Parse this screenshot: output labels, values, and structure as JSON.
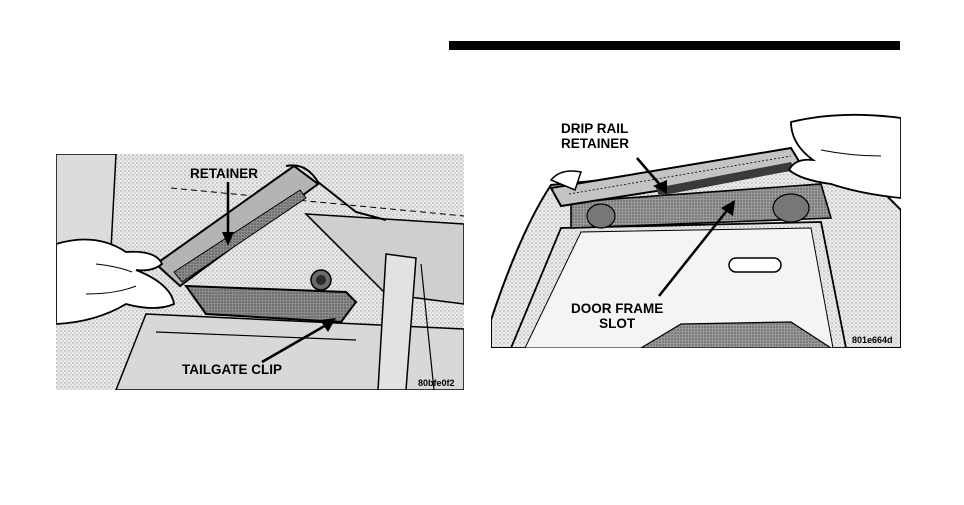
{
  "left_figure": {
    "labels": {
      "retainer": "RETAINER",
      "tailgate_clip": "TAILGATE CLIP"
    },
    "code": "80bfe0f2"
  },
  "right_figure": {
    "labels": {
      "drip_rail_retainer_line1": "DRIP RAIL",
      "drip_rail_retainer_line2": "RETAINER",
      "door_frame_slot_line1": "DOOR FRAME",
      "door_frame_slot_line2": "SLOT"
    },
    "code": "801e664d"
  }
}
